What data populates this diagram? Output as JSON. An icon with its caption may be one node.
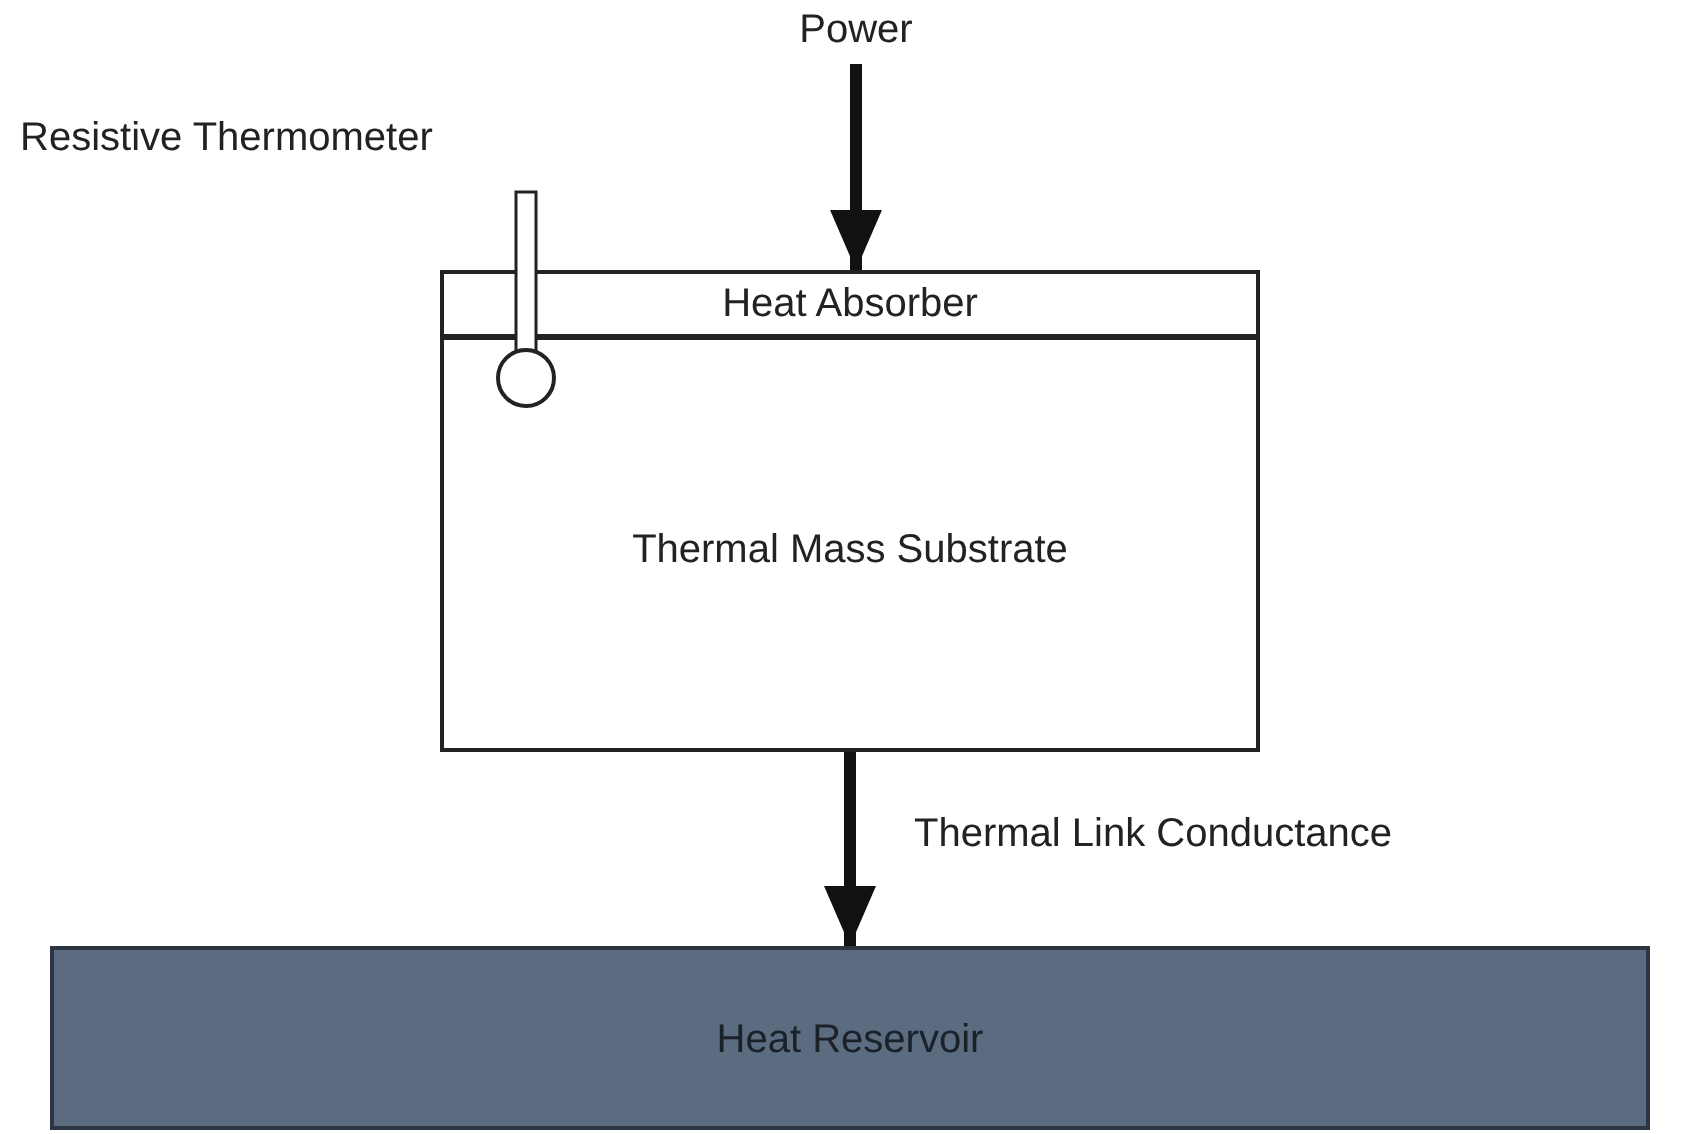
{
  "diagram": {
    "nodes": [
      {
        "text": [
          "Power"
        ]
      },
      {
        "text": [
          "Resistive Thermometer"
        ]
      },
      {
        "text": [
          "Heat Absorber"
        ]
      },
      {
        "text": [
          "Thermal Mass Substrate"
        ]
      },
      {
        "text": [
          "Heat Reservoir"
        ]
      }
    ],
    "edges": [
      {
        "from": 0,
        "to": 2,
        "arrow": "to"
      },
      {
        "from": 3,
        "to": 4,
        "arrow": "to",
        "label": "Thermal Link Conductance"
      }
    ]
  }
}
